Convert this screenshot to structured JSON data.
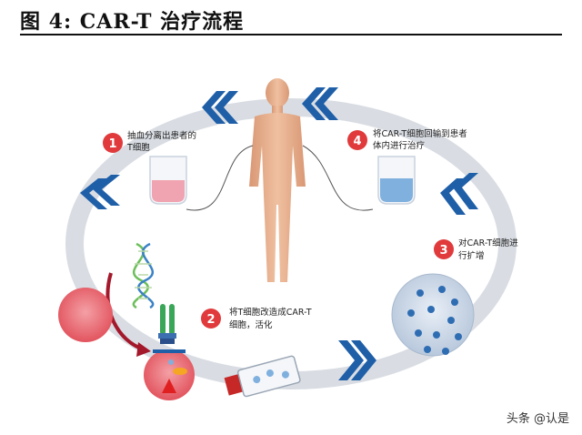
{
  "title": "图  4:  CAR-T 治疗流程",
  "steps": [
    {
      "number": "1",
      "line1": "抽血分离出患者的",
      "line2": "T细胞"
    },
    {
      "number": "2",
      "line1": "将T细胞改造成CAR-T",
      "line2": "细胞，活化"
    },
    {
      "number": "3",
      "line1": "对CAR-T细胞进",
      "line2": "行扩增"
    },
    {
      "number": "4",
      "line1": "将CAR-T细胞回输到患者",
      "line2": "体内进行治疗"
    }
  ],
  "watermark": "头条 @认是",
  "colors": {
    "badge": "#e03a3c",
    "arrow": "#1f5fa8",
    "loop": "#d9dde3",
    "body": "#e8ad88",
    "bag_red": "#f0a3b0",
    "bag_blue": "#7fb0de"
  }
}
